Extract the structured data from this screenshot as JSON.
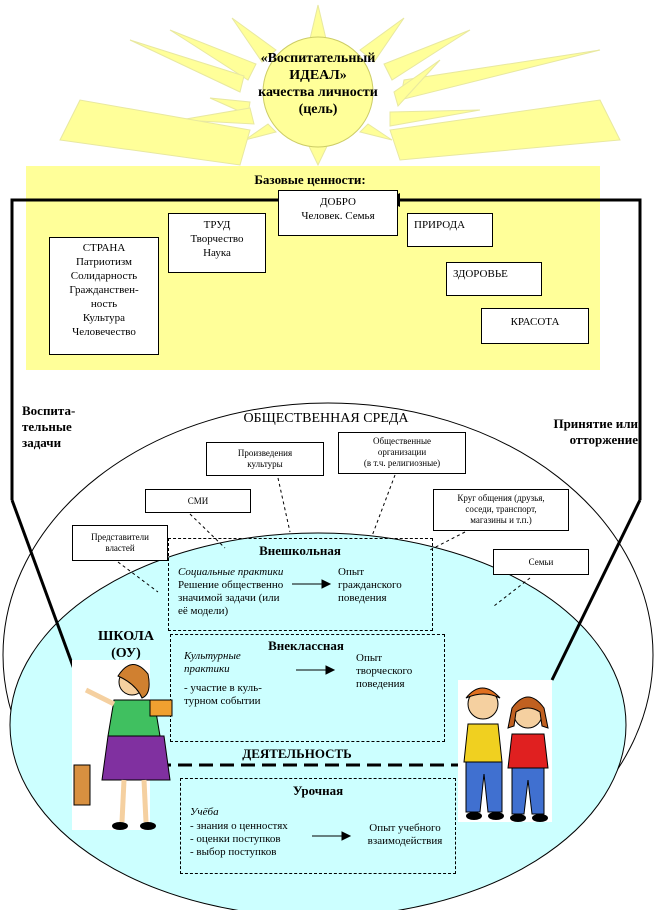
{
  "sun": {
    "line1": "«Воспитательный",
    "line2": "ИДЕАЛ»",
    "line3": "качества личности",
    "line4": "(цель)"
  },
  "values_panel": {
    "title": "Базовые ценности:",
    "dobro": [
      "ДОБРО",
      "Человек. Семья"
    ],
    "trud": [
      "ТРУД",
      "Творчество",
      "Наука"
    ],
    "strana": [
      "СТРАНА",
      "Патриотизм",
      "Солидарность",
      "Гражданствен-",
      "ность",
      "Культура",
      "Человечество"
    ],
    "priroda": "ПРИРОДА",
    "zdorovie": "ЗДОРОВЬЕ",
    "krasota": "КРАСОТА"
  },
  "side_labels": {
    "left": [
      "Воспита-",
      "тельные",
      "задачи"
    ],
    "right": [
      "Принятие или",
      "отторжение"
    ]
  },
  "society": {
    "title": "ОБЩЕСТВЕННАЯ СРЕДА",
    "culture": [
      "Произведения",
      "культуры"
    ],
    "orgs": [
      "Общественные",
      "организации",
      "(в т.ч. религиозные)"
    ],
    "smi": "СМИ",
    "circle": [
      "Круг общения (друзья,",
      "соседи, транспорт,",
      "магазины и т.п.)"
    ],
    "authorities": [
      "Представители",
      "властей"
    ],
    "family": "Семьи"
  },
  "school": {
    "label": [
      "ШКОЛА",
      "(ОУ)"
    ],
    "activity": "ДЕЯТЕЛЬНОСТЬ",
    "extra_school": {
      "title": "Внешкольная",
      "practice": "Социальные практики",
      "desc": [
        "Решение общественно",
        "значимой задачи (или",
        "её модели)"
      ],
      "result": [
        "Опыт",
        "гражданского",
        "поведения"
      ]
    },
    "extra_class": {
      "title": "Внеклассная",
      "practice": [
        "Культурные",
        "практики"
      ],
      "desc": [
        "- участие в куль-",
        "турном событии"
      ],
      "result": [
        "Опыт",
        "творческого",
        "поведения"
      ]
    },
    "lesson": {
      "title": "Урочная",
      "practice": "Учёба",
      "desc": [
        "- знания о ценностях",
        "- оценки поступков",
        "- выбор поступков"
      ],
      "result": [
        "Опыт  учебного",
        "взаимодействия"
      ]
    }
  },
  "colors": {
    "sun": "#ffff99",
    "panel": "#ffff99",
    "ellipse": "#ccffff"
  }
}
